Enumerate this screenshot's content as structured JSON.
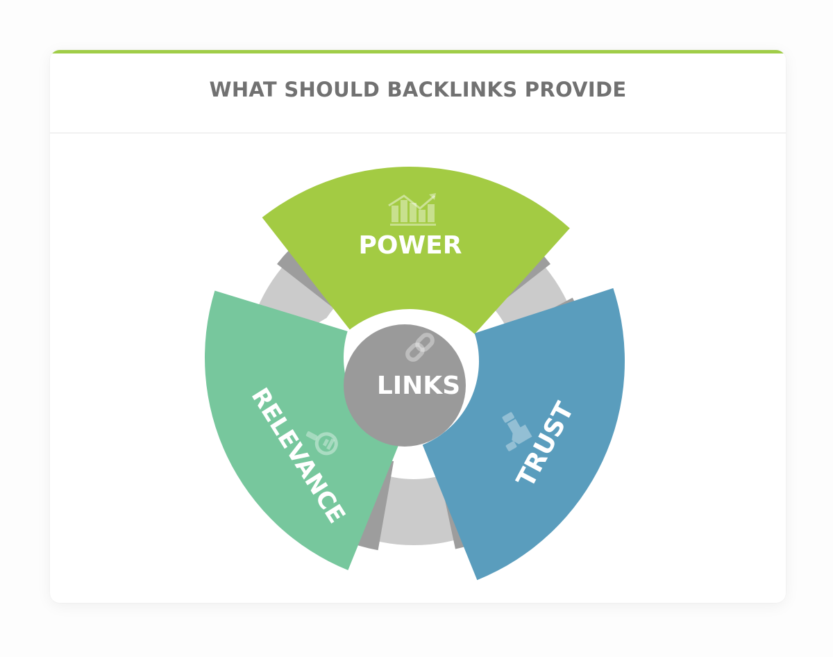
{
  "title": "WHAT SHOULD BACKLINKS PROVIDE",
  "colors": {
    "accent_bar": "#a0cd48",
    "title_text": "#717171",
    "ring": "#cbcbcb",
    "ring_shadow": "#9d9d9d",
    "center_circle": "#9a9a9a",
    "power": "#a3cb43",
    "trust": "#5a9dbd",
    "relevance": "#77c79d"
  },
  "center": {
    "label": "LINKS",
    "icon": "link-chain-icon"
  },
  "segments": [
    {
      "key": "power",
      "label": "POWER",
      "icon": "growth-chart-icon"
    },
    {
      "key": "trust",
      "label": "TRUST",
      "icon": "handshake-icon"
    },
    {
      "key": "relevance",
      "label": "RELEVANCE",
      "icon": "search-analytics-icon"
    }
  ]
}
